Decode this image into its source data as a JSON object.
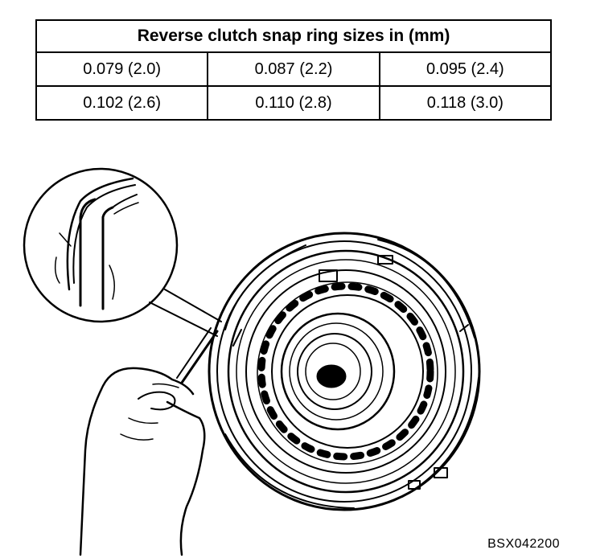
{
  "table": {
    "title": "Reverse clutch snap ring sizes  in (mm)",
    "rows": [
      [
        "0.079 (2.0)",
        "0.087 (2.2)",
        "0.095 (2.4)"
      ],
      [
        "0.102 (2.6)",
        "0.110 (2.8)",
        "0.118 (3.0)"
      ]
    ]
  },
  "figure_code": "BSX042200",
  "icons": [
    "clutch-drum-illustration",
    "hand-icon",
    "screwdriver-icon",
    "snap-ring-detail-magnifier"
  ]
}
